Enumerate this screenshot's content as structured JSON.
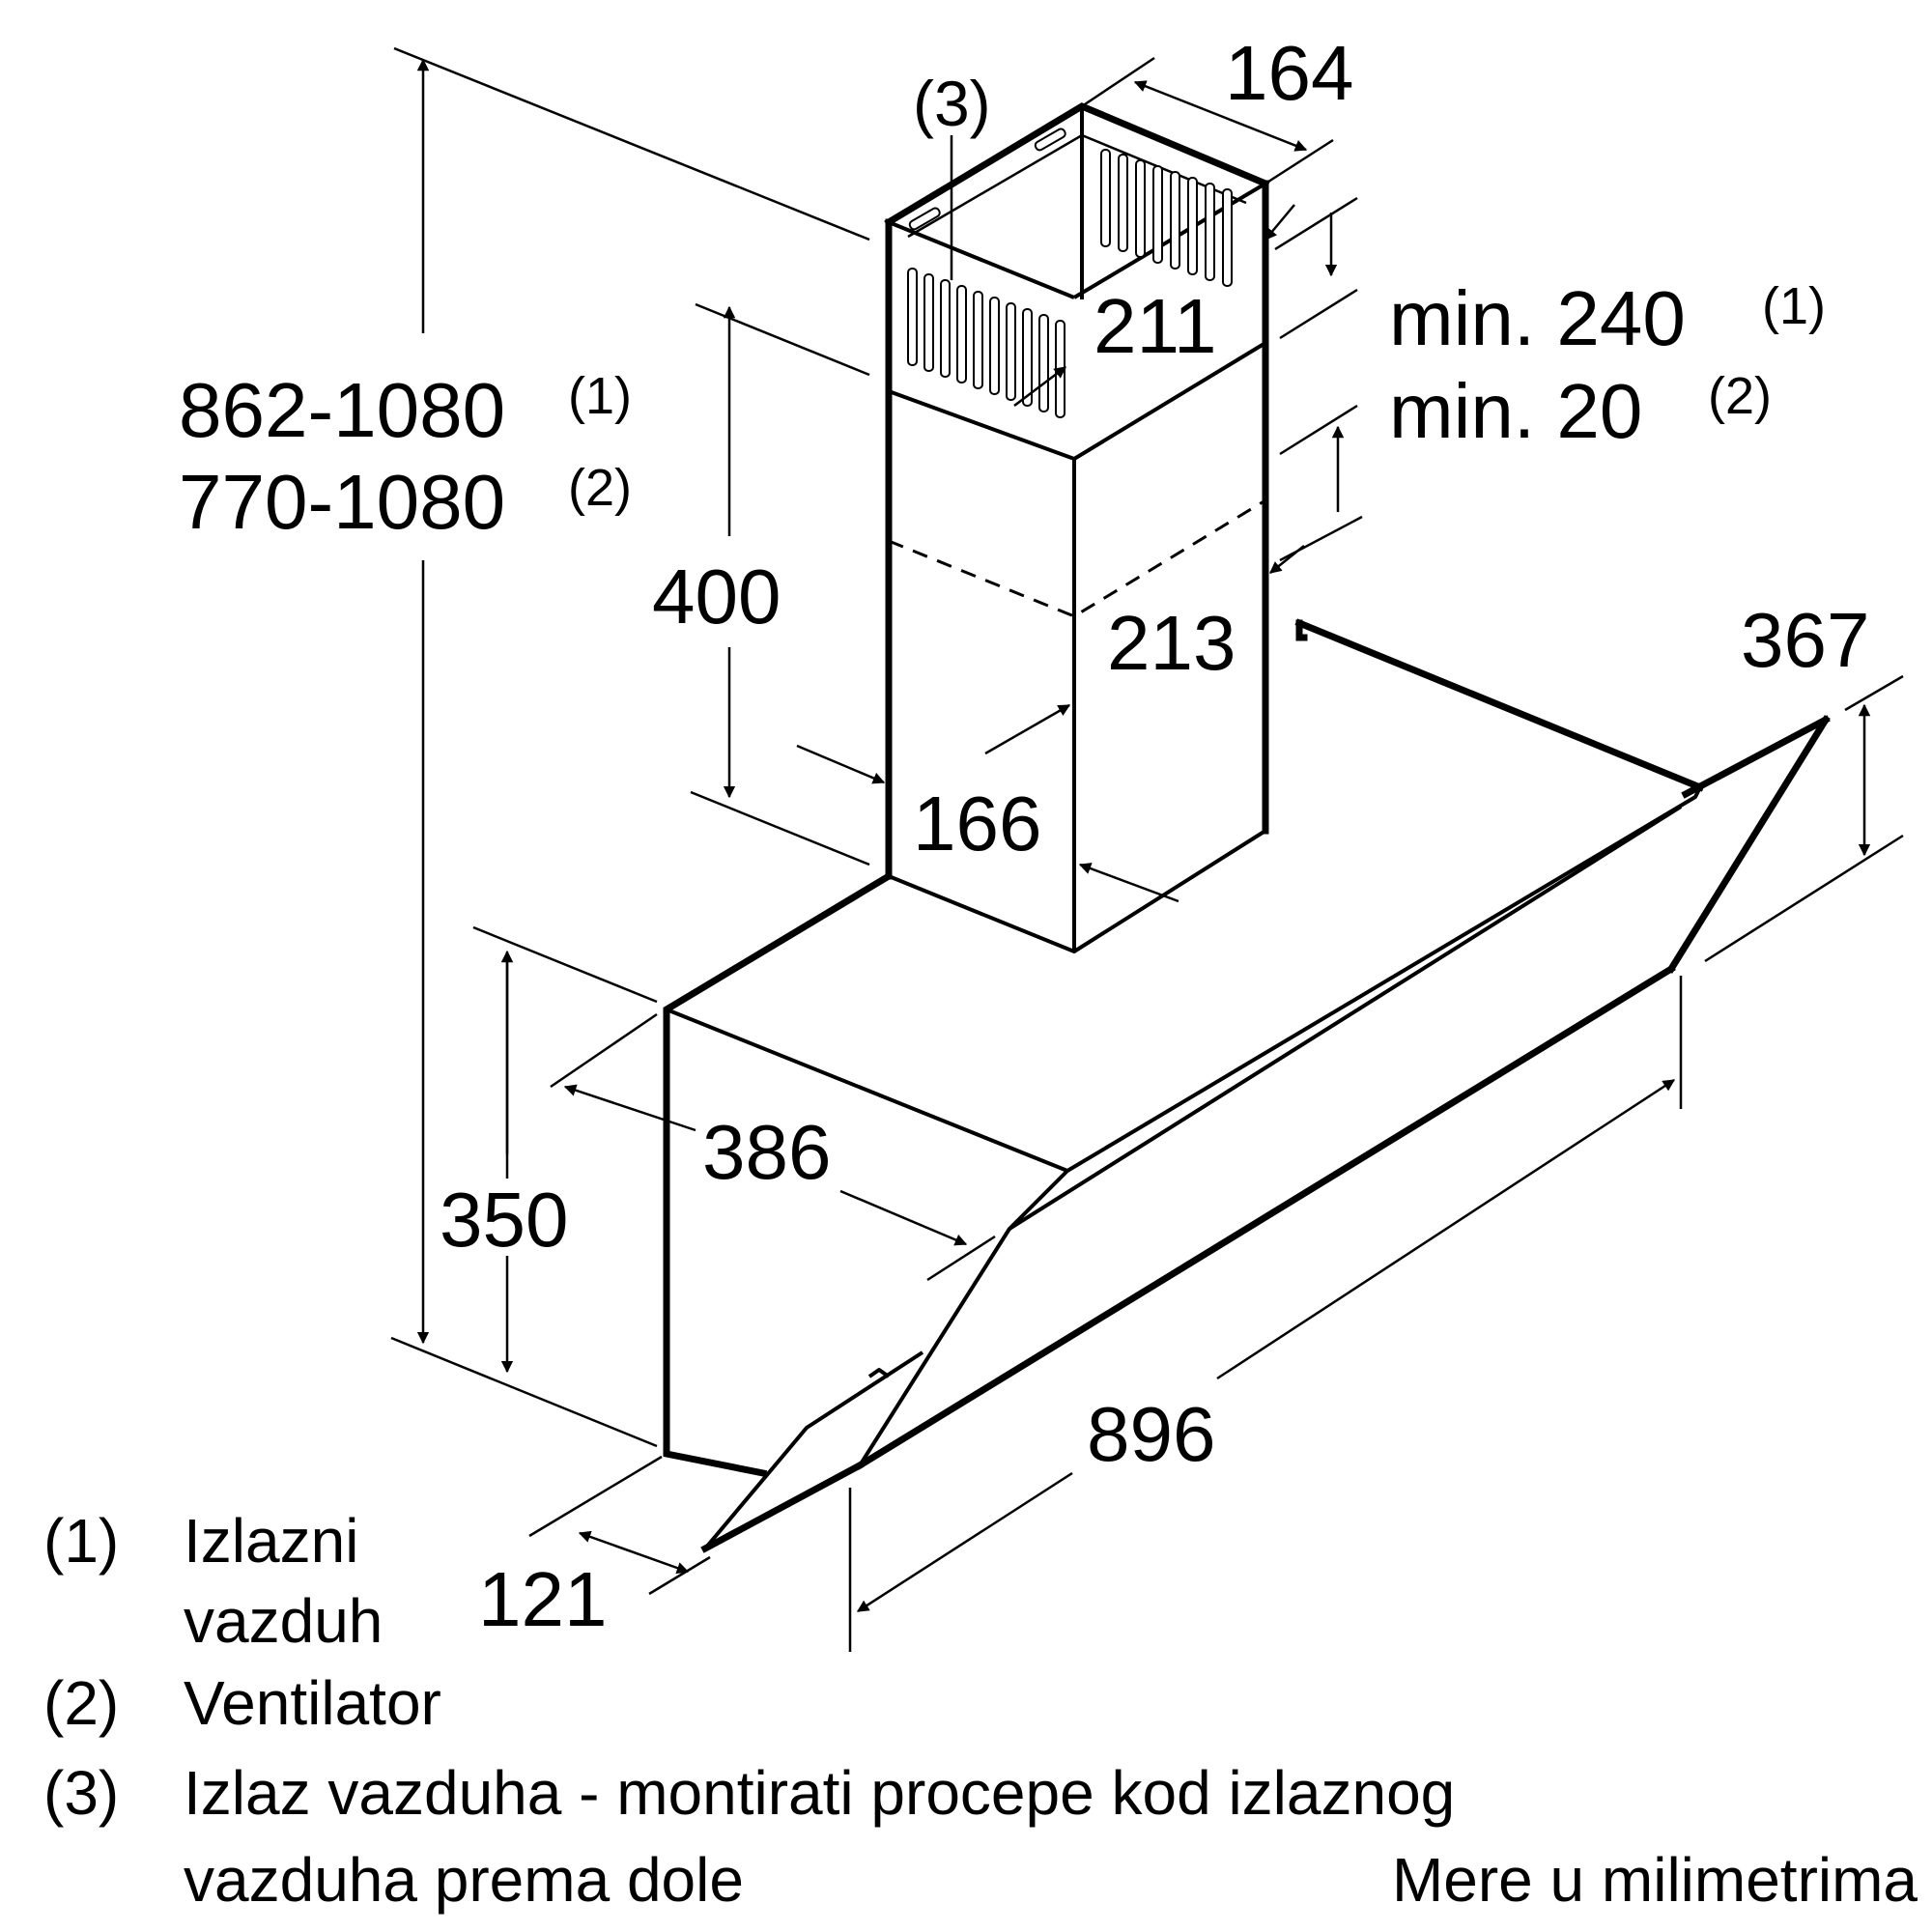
{
  "labels": {
    "callout": "(3)",
    "duct_width": "164",
    "duct_depth_upper": "211",
    "duct_depth_lower": "213",
    "duct_lower_width": "166",
    "duct_height": "400",
    "min_1": "min. 240",
    "min_1_sup": "(1)",
    "min_2": "min. 20",
    "min_2_sup": "(2)",
    "total_height_1": "862-1080",
    "total_height_1_sup": "(1)",
    "total_height_2": "770-1080",
    "total_height_2_sup": "(2)",
    "hood_depth": "386",
    "hood_height": "350",
    "canopy_height": "367",
    "hood_width": "896",
    "front_depth": "121"
  },
  "legend": {
    "item1_num": "(1)",
    "item1_line1": "Izlazni",
    "item1_line2": "vazduh",
    "item2_num": "(2)",
    "item2_text": "Ventilator",
    "item3_num": "(3)",
    "item3_line1": "Izlaz vazduha - montirati procepe kod izlaznog",
    "item3_line2": "vazduha prema dole",
    "units_note": "Mere u milimetrima"
  }
}
